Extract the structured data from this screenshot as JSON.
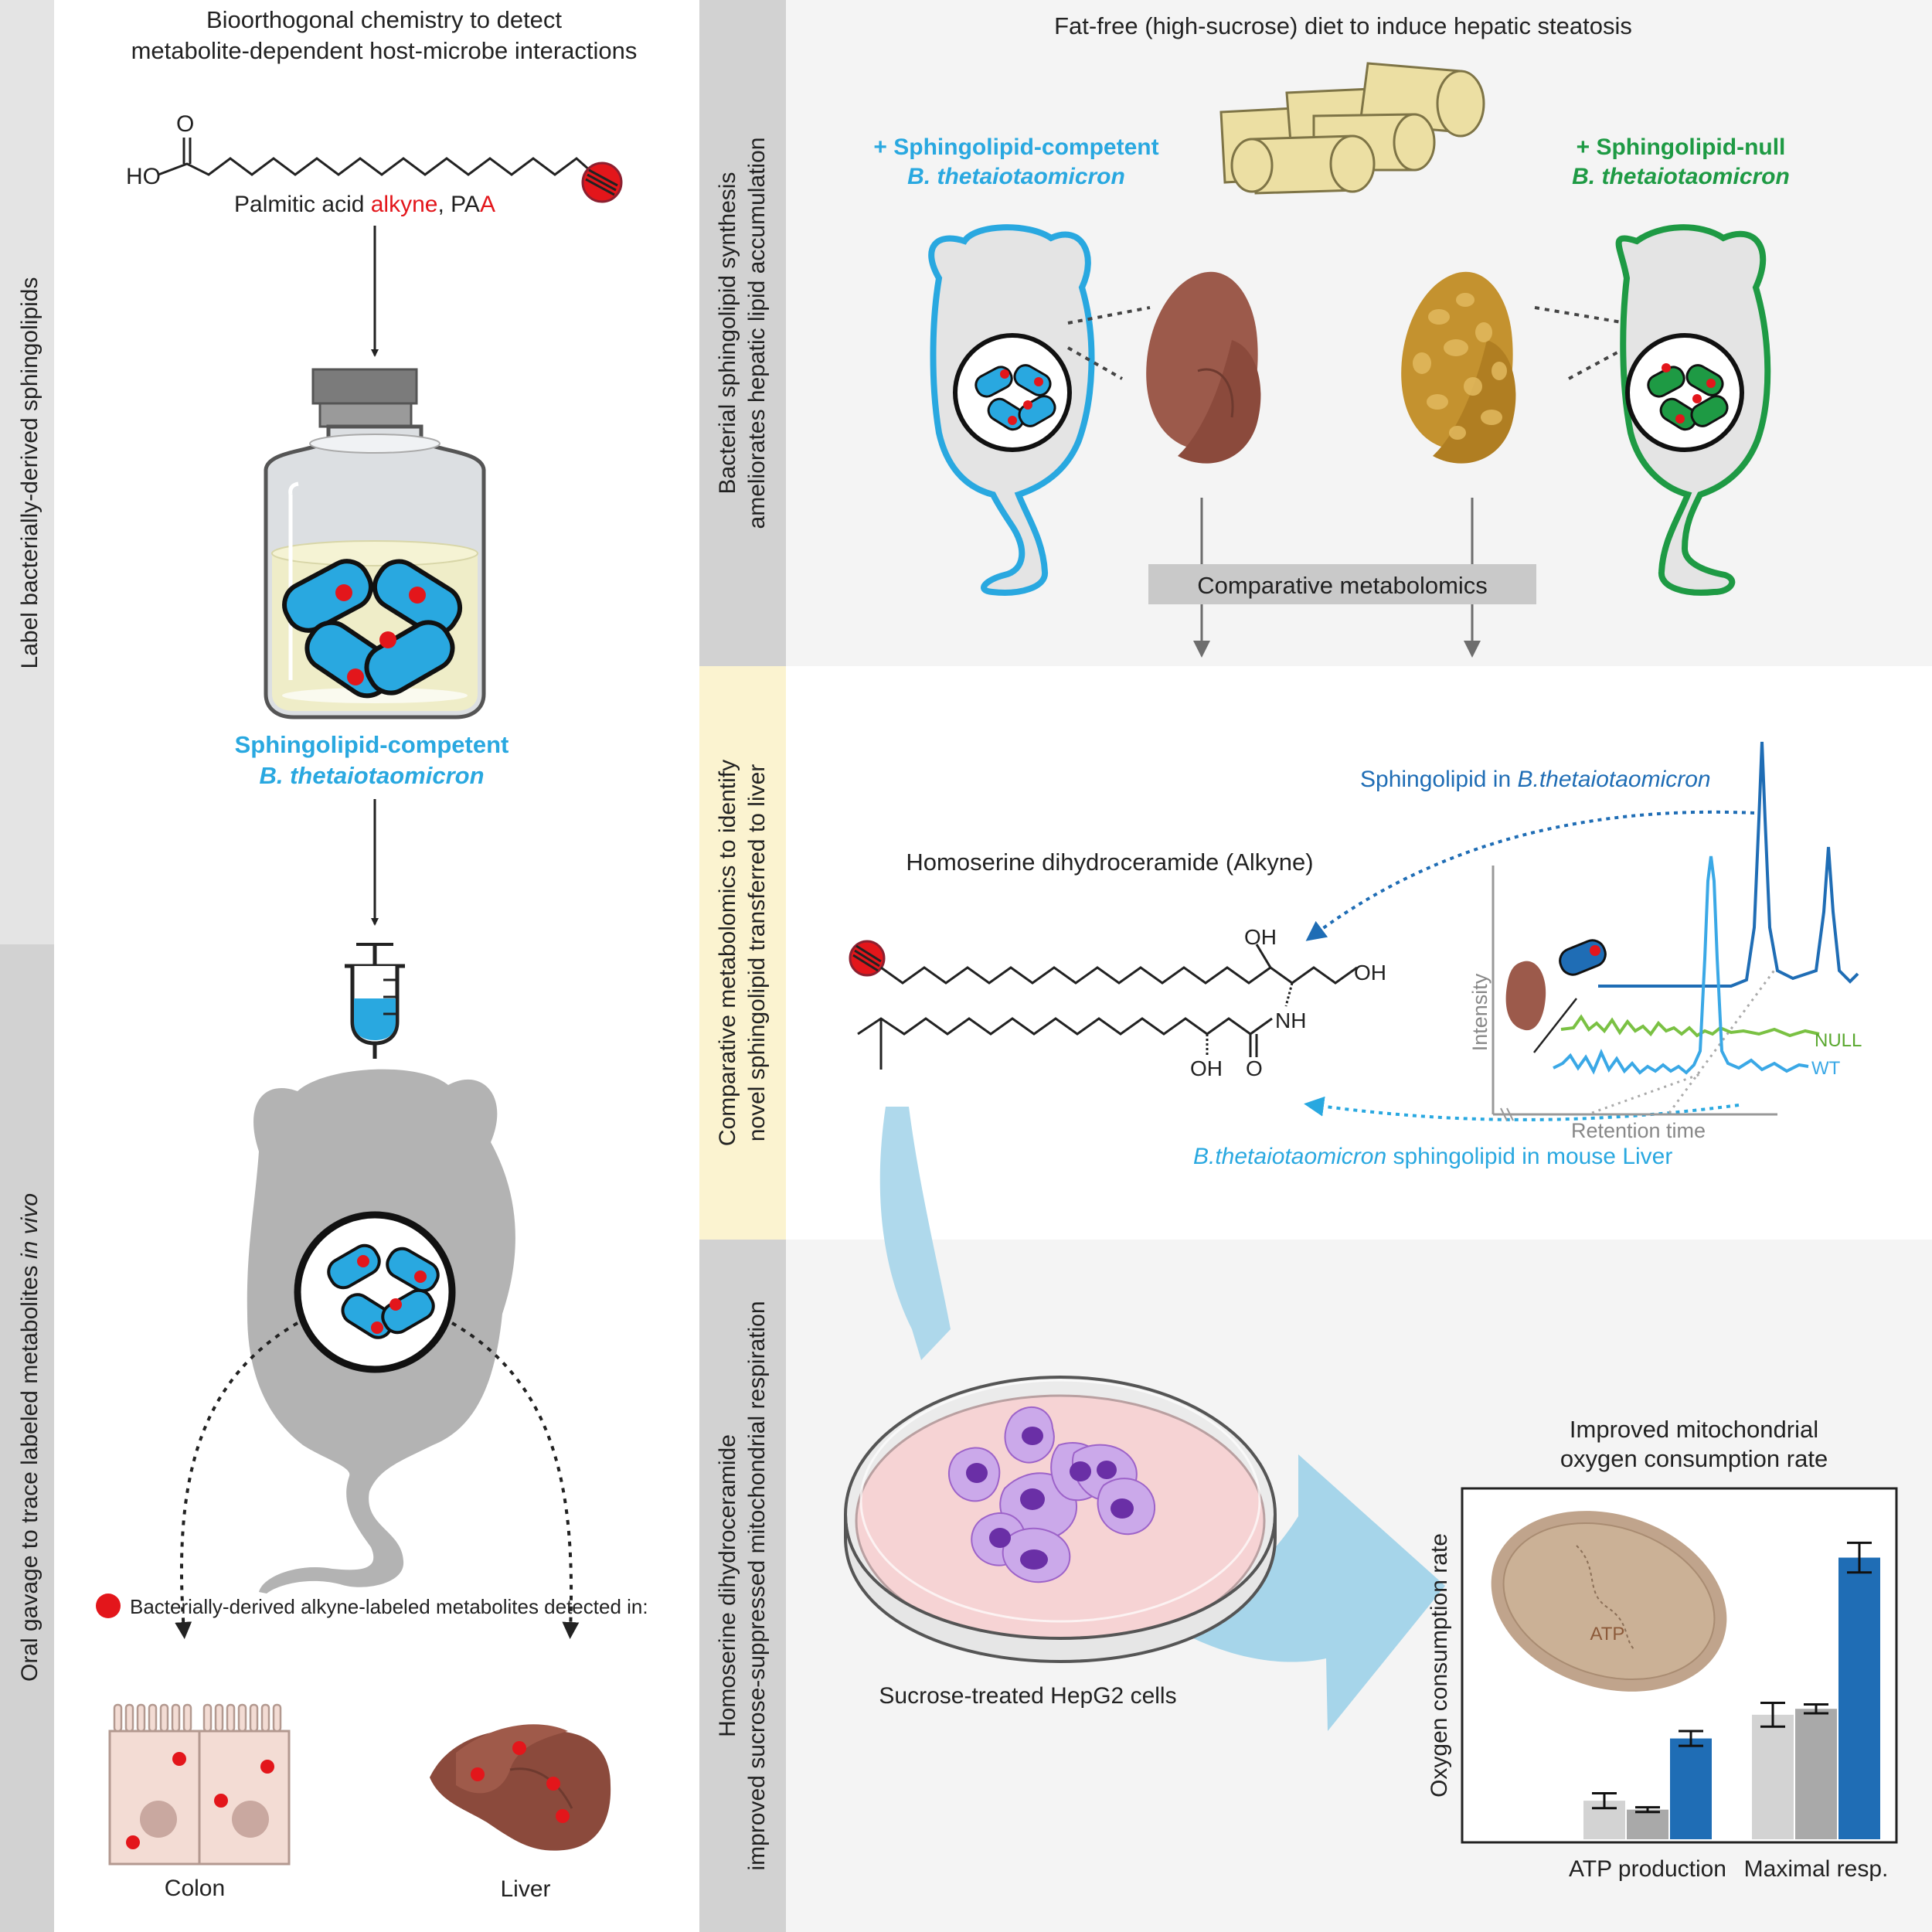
{
  "left_panel": {
    "sidebar_top": "Label bacterially-derived sphingolipids",
    "sidebar_bottom_prefix": "Oral gavage to trace labeled metabolites ",
    "sidebar_bottom_italic": "in vivo",
    "title_line1": "Bioorthogonal chemistry to detect",
    "title_line2": "metabolite-dependent host-microbe interactions",
    "ho_label": "HO",
    "o_label": "O",
    "paa_prefix": "Palmitic acid ",
    "paa_alkyne": "alkyne",
    "paa_sep": ", PA",
    "paa_a": "A",
    "bottle_label_line1": "Sphingolipid-competent",
    "bottle_label_line2": "B. thetaiotaomicron",
    "legend_text": "Bacterially-derived alkyne-labeled metabolites detected in:",
    "colon_label": "Colon",
    "liver_label": "Liver"
  },
  "top_right_panel": {
    "sidebar_line1": "Bacterial sphingolipid synthesis",
    "sidebar_line2": "ameliorates hepatic lipid accumulation",
    "title": "Fat-free (high-sucrose) diet to induce hepatic steatosis",
    "competent_line1": "+ Sphingolipid-competent",
    "competent_line2": "B. thetaiotaomicron",
    "null_line1": "+ Sphingolipid-null",
    "null_line2": "B. thetaiotaomicron",
    "metabolomics_label": "Comparative metabolomics"
  },
  "middle_panel": {
    "sidebar_line1": "Comparative metabolomics to identify",
    "sidebar_line2": "novel sphingolipid transferred to liver",
    "compound_name": "Homoserine dihydroceramide (Alkyne)",
    "oh_label": "OH",
    "nh_label": "NH",
    "o_label": "O",
    "bacteria_annotation_prefix": "Sphingolipid in ",
    "bacteria_annotation_italic": "B.thetaiotaomicron",
    "liver_annotation_italic": "B.thetaiotaomicron",
    "liver_annotation_suffix": " sphingolipid in mouse Liver",
    "y_axis_label": "Intensity",
    "x_axis_label": "Retention time",
    "null_label": "NULL",
    "wt_label": "WT"
  },
  "bottom_panel": {
    "sidebar_line1": "Homoserine dihydroceramide",
    "sidebar_line2": "improved sucrose-suppressed mitochondrial respiration",
    "dish_label": "Sucrose-treated HepG2 cells",
    "chart_title_line1": "Improved mitochondrial",
    "chart_title_line2": "oxygen consumption rate",
    "atp_label": "ATP"
  },
  "colors": {
    "competent_blue": "#29a8e0",
    "null_green": "#1e9a44",
    "alkyne_red": "#e3161b",
    "dark_blue": "#1f6db5",
    "light_gray": "#d3d3d3",
    "mid_gray": "#a9a9a9"
  },
  "chart_data": {
    "type": "bar",
    "title": "Improved mitochondrial oxygen consumption rate",
    "ylabel": "Oxygen consumption rate",
    "xlabel": "",
    "categories": [
      "ATP production",
      "Maximal resp."
    ],
    "series": [
      {
        "values": [
          0.13,
          0.42
        ],
        "errors": [
          0.025,
          0.04
        ]
      },
      {
        "values": [
          0.1,
          0.44
        ],
        "errors": [
          0.008,
          0.015
        ]
      },
      {
        "values": [
          0.34,
          0.95
        ],
        "errors": [
          0.025,
          0.05
        ]
      }
    ],
    "series_colors": [
      "#d3d3d3",
      "#a9a9a9",
      "#1f6db5"
    ],
    "ylim": [
      0,
      1.1
    ],
    "grid": false
  }
}
